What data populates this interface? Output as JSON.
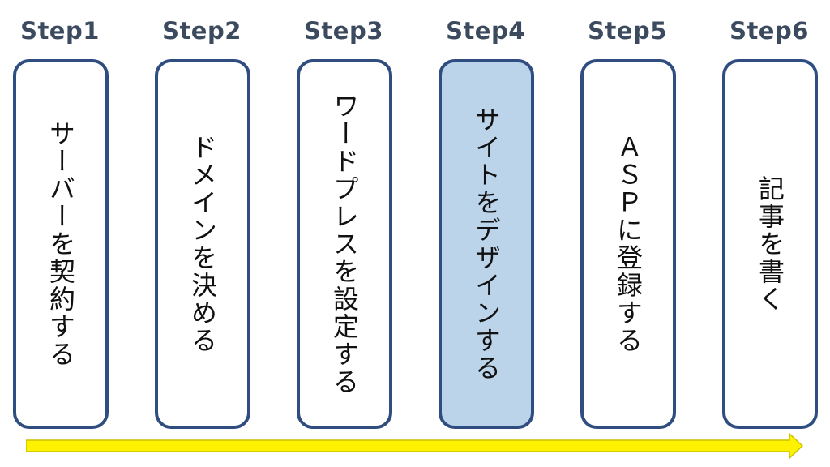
{
  "steps": [
    {
      "label": "Step1",
      "text": "サーバーを契約する",
      "highlighted": false
    },
    {
      "label": "Step2",
      "text": "ドメインを決める",
      "highlighted": false
    },
    {
      "label": "Step3",
      "text": "ワードプレスを設定する",
      "highlighted": false
    },
    {
      "label": "Step4",
      "text": "サイトをデザインする",
      "highlighted": true
    },
    {
      "label": "Step5",
      "text": "ＡＳＰに登録する",
      "highlighted": false
    },
    {
      "label": "Step6",
      "text": "記事を書く",
      "highlighted": false
    }
  ],
  "colors": {
    "label": "#3b4a5e",
    "box_border": "#2f4d80",
    "box_highlight": "#bcd4ea",
    "arrow_fill": "#fff200",
    "arrow_stroke": "#c9c000"
  }
}
